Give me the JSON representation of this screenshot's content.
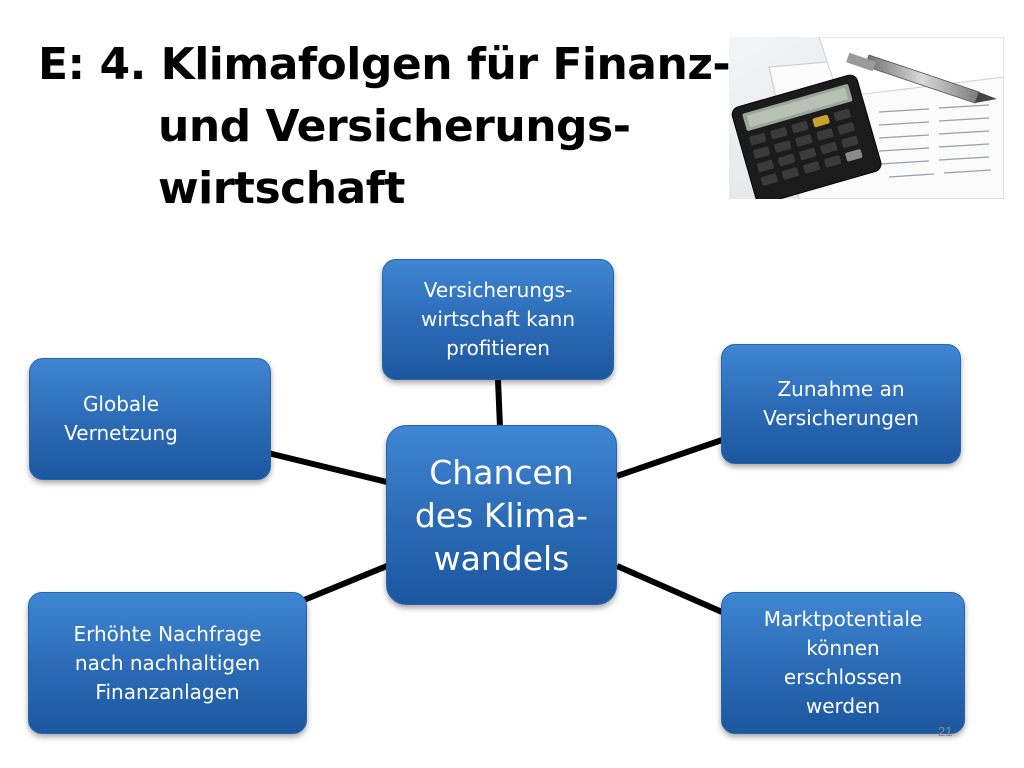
{
  "title": {
    "line1": "E: 4. Klimafolgen für Finanz-",
    "line2": "und Versicherungs-",
    "line3": "wirtschaft"
  },
  "photo": {
    "subject": "calculator-and-pen-on-financial-papers"
  },
  "diagram": {
    "center": "Chancen\ndes Klima-\nwandels",
    "nodes": {
      "top": "Versicherungs-\nwirtschaft kann\nprofitieren",
      "right_upper": "Zunahme an\nVersicherungen",
      "right_lower": "Marktpotentiale\nkönnen\nerschlossen\nwerden",
      "left_upper": "Globale\nVernetzung",
      "left_lower": "Erhöhte Nachfrage\nnach nachhaltigen\nFinanzanlagen"
    },
    "colors": {
      "node_fill": "#2c6cb7",
      "node_text": "#ffffff",
      "connector": "#000000"
    }
  },
  "footer": {
    "page_number": "21"
  }
}
